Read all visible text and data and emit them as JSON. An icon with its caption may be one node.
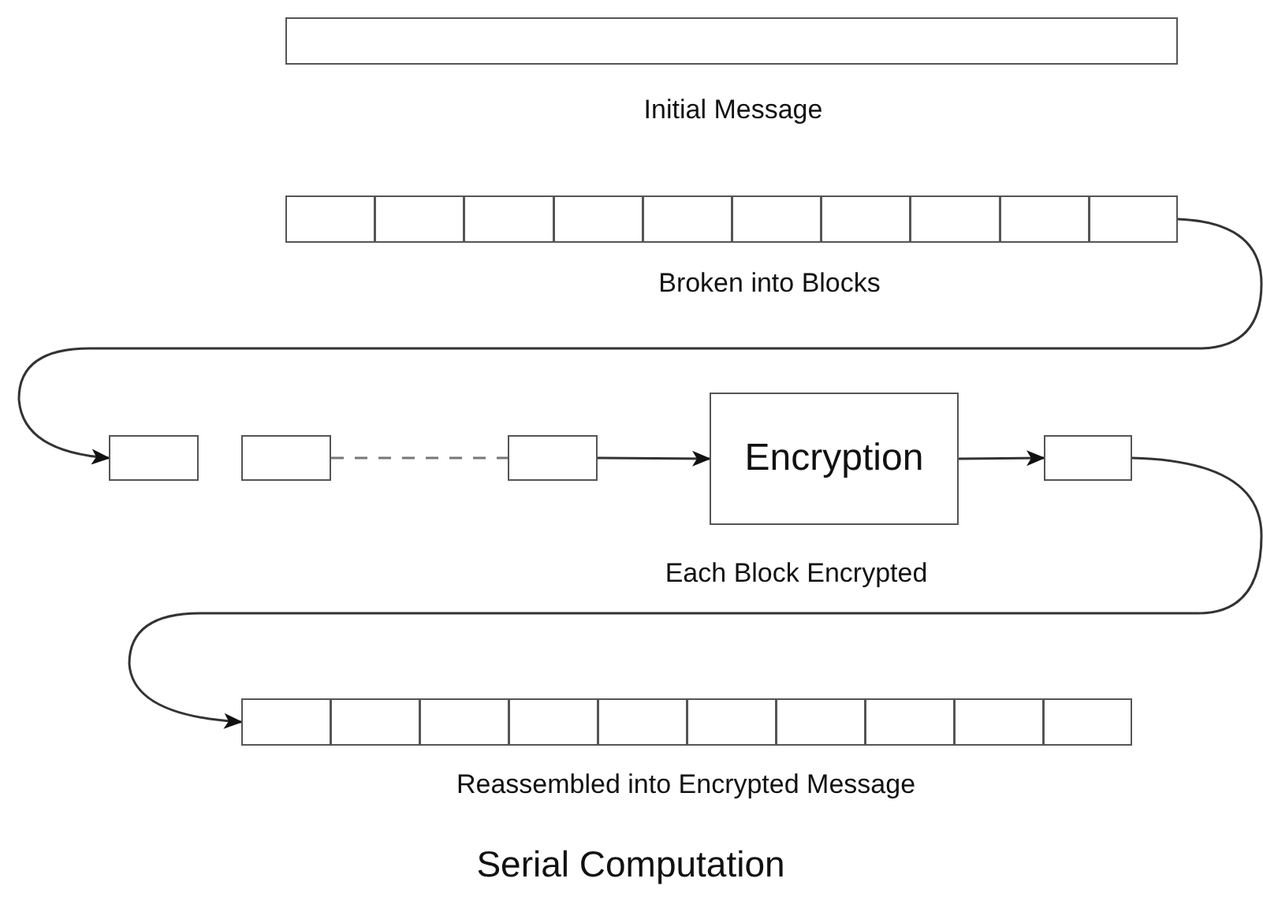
{
  "diagram": {
    "caption": "Serial Computation",
    "nodes": [
      {
        "text": [],
        "shape": "box",
        "beside": [
          "Initial Message"
        ]
      },
      {
        "text": [],
        "shape": "bar",
        "beside": [
          "Broken into Blocks"
        ]
      },
      {
        "text": [],
        "shape": "box"
      },
      {
        "text": [],
        "shape": "box"
      },
      {
        "text": [],
        "shape": "box"
      },
      {
        "text": [
          "Encryption"
        ]
      },
      {
        "text": [],
        "shape": "box"
      },
      {
        "text": [],
        "shape": "bar",
        "beside": [
          "Reassembled into Encrypted Message"
        ]
      }
    ],
    "edges": [
      {
        "from": 1,
        "to": 2,
        "arrow": "to"
      },
      {
        "from": 3,
        "to": 4,
        "arrow": "none",
        "style": "dashed"
      },
      {
        "from": 4,
        "to": 5,
        "arrow": "to"
      },
      {
        "from": 5,
        "to": 6,
        "arrow": "to"
      },
      {
        "from": 6,
        "to": 7,
        "arrow": "to"
      }
    ],
    "labels": [
      "Each Block Encrypted"
    ]
  }
}
